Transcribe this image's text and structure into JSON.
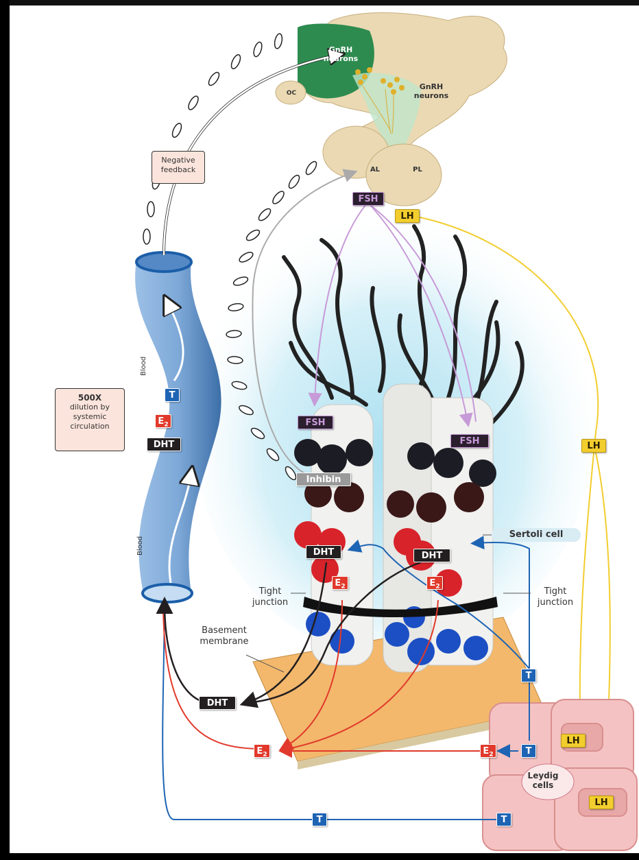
{
  "header": {
    "clipped_title": "...ry regulation of the hypothalamic..."
  },
  "hypothalamus": {
    "gnrh_label_top": "GnRH neurons",
    "gnrh_label_right": "GnRH neurons",
    "oc": "OC",
    "al": "AL",
    "pl": "PL"
  },
  "hormones": {
    "fsh": "FSH",
    "lh": "LH",
    "inhibin": "Inhibin",
    "dht": "DHT",
    "t": "T",
    "e": "E",
    "e_sub": "2"
  },
  "boxes": {
    "negative_feedback": "Negative feedback",
    "dilution_strong": "500X",
    "dilution_rest": "dilution by systemic circulation"
  },
  "labels": {
    "blood": "Blood",
    "sertoli_cell": "Sertoli cell",
    "tight_junction": "Tight junction",
    "basement_membrane": "Basement membrane",
    "leydig_cells": "Leydig cells"
  },
  "colors": {
    "testosterone": "#1e64b4",
    "estradiol": "#e1392b",
    "dht": "#231f20",
    "fsh": "#c79ad8",
    "lh": "#f2cd2e",
    "gnrh": "#2e8b4f",
    "blood_vessel": "#6b9fd1"
  }
}
